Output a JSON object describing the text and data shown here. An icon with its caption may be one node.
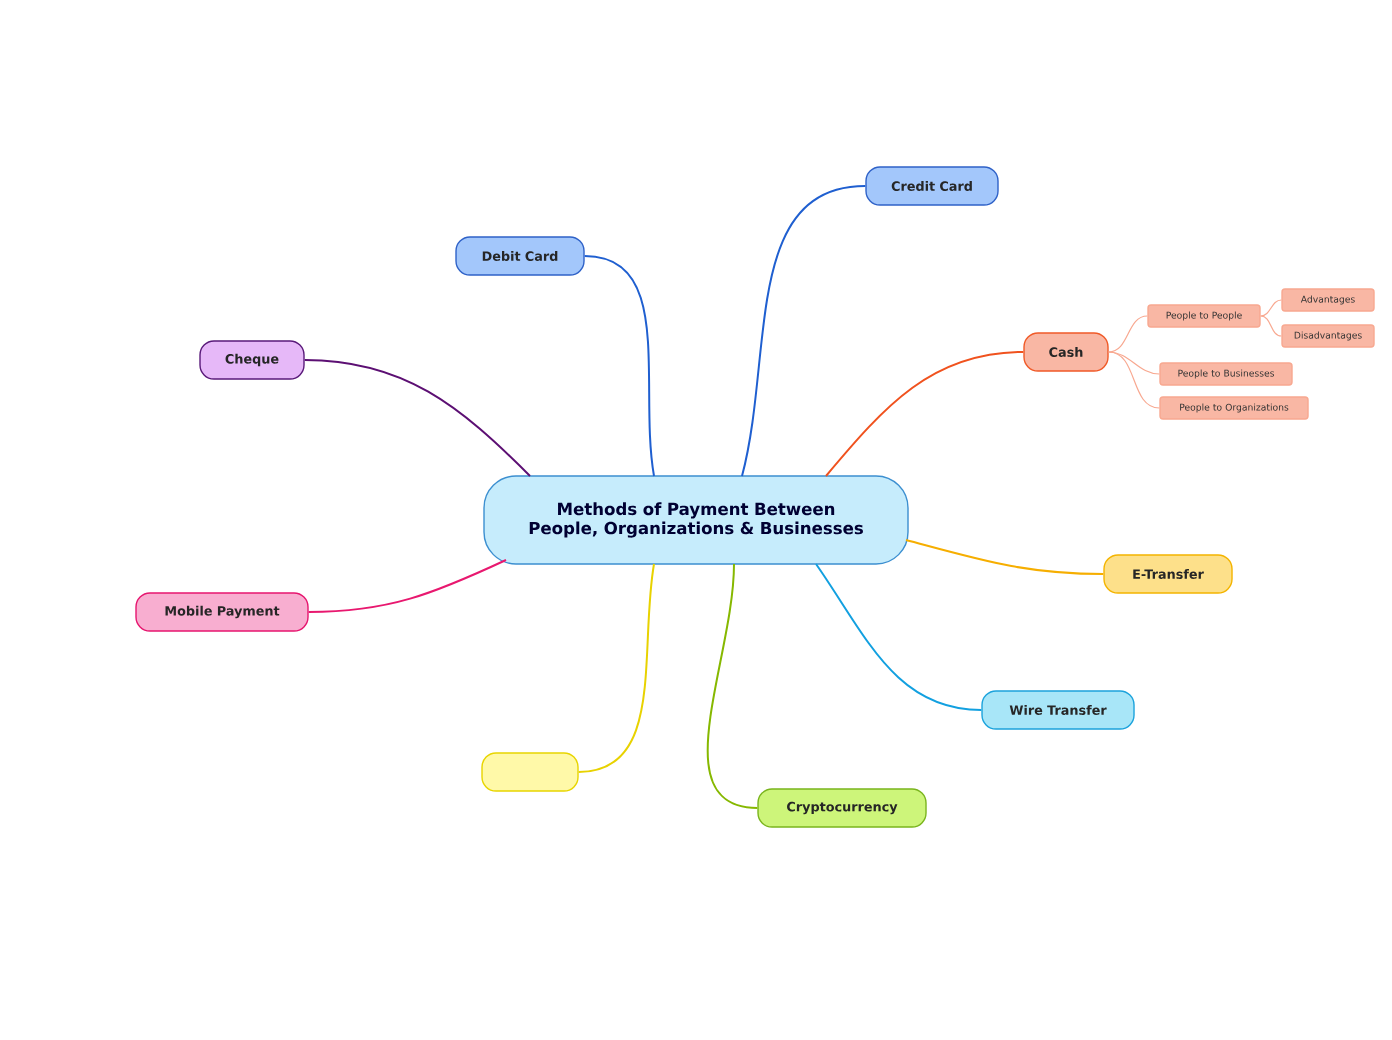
{
  "diagram": {
    "nodes": [
      {
        "text": [
          "Methods of Payment Between People, Organizations & Businesses"
        ]
      },
      {
        "text": [
          "Credit Card"
        ]
      },
      {
        "text": [
          "Debit Card"
        ]
      },
      {
        "text": [
          "Cheque"
        ]
      },
      {
        "text": [
          "Cash"
        ]
      },
      {
        "text": [
          "People to People"
        ]
      },
      {
        "text": [
          "Advantages"
        ]
      },
      {
        "text": [
          "Disadvantages"
        ]
      },
      {
        "text": [
          "People to Businesses"
        ]
      },
      {
        "text": [
          "People to Organizations"
        ]
      },
      {
        "text": [
          "E-Transfer"
        ]
      },
      {
        "text": [
          "Wire Transfer"
        ]
      },
      {
        "text": [
          "Cryptocurrency"
        ]
      },
      {
        "text": [],
        "shape": "box"
      },
      {
        "text": [
          "Mobile Payment"
        ]
      }
    ],
    "edges": [
      {
        "from": 0,
        "to": 1,
        "arrow": "none",
        "color": "#1f5fd0"
      },
      {
        "from": 0,
        "to": 2,
        "arrow": "none",
        "color": "#1f5fd0"
      },
      {
        "from": 0,
        "to": 3,
        "arrow": "none",
        "color": "#5c0f73"
      },
      {
        "from": 0,
        "to": 4,
        "arrow": "none",
        "color": "#f0521e"
      },
      {
        "from": 4,
        "to": 5,
        "arrow": "none",
        "color": "#f8a890"
      },
      {
        "from": 5,
        "to": 6,
        "arrow": "none",
        "color": "#f8a890"
      },
      {
        "from": 5,
        "to": 7,
        "arrow": "none",
        "color": "#f8a890"
      },
      {
        "from": 4,
        "to": 8,
        "arrow": "none",
        "color": "#f8a890"
      },
      {
        "from": 4,
        "to": 9,
        "arrow": "none",
        "color": "#f8a890"
      },
      {
        "from": 0,
        "to": 10,
        "arrow": "none",
        "color": "#f6ae00"
      },
      {
        "from": 0,
        "to": 11,
        "arrow": "none",
        "color": "#12a0e0"
      },
      {
        "from": 0,
        "to": 12,
        "arrow": "none",
        "color": "#86b800"
      },
      {
        "from": 0,
        "to": 13,
        "arrow": "none",
        "color": "#e8d200"
      },
      {
        "from": 0,
        "to": 14,
        "arrow": "none",
        "color": "#e8186f"
      }
    ]
  }
}
